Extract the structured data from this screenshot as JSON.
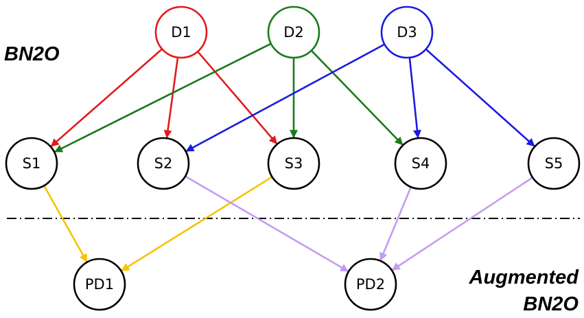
{
  "labels": {
    "top": "BN2O",
    "bottom_line1": "Augmented",
    "bottom_line2": "BN2O"
  },
  "colors": {
    "d1": "#e31a1c",
    "d2": "#1a7a1a",
    "d3": "#1a1ae0",
    "yellow": "#f5c400",
    "violet": "#c49cf0",
    "black": "#000000"
  },
  "nodes": [
    {
      "id": "D1",
      "label": "D1",
      "color": "d1"
    },
    {
      "id": "D2",
      "label": "D2",
      "color": "d2"
    },
    {
      "id": "D3",
      "label": "D3",
      "color": "d3"
    },
    {
      "id": "S1",
      "label": "S1",
      "color": "black"
    },
    {
      "id": "S2",
      "label": "S2",
      "color": "black"
    },
    {
      "id": "S3",
      "label": "S3",
      "color": "black"
    },
    {
      "id": "S4",
      "label": "S4",
      "color": "black"
    },
    {
      "id": "S5",
      "label": "S5",
      "color": "black"
    },
    {
      "id": "PD1",
      "label": "PD1",
      "color": "black"
    },
    {
      "id": "PD2",
      "label": "PD2",
      "color": "black"
    }
  ],
  "edges": [
    {
      "from": "D1",
      "to": "S1",
      "color": "d1"
    },
    {
      "from": "D1",
      "to": "S2",
      "color": "d1"
    },
    {
      "from": "D1",
      "to": "S3",
      "color": "d1"
    },
    {
      "from": "D2",
      "to": "S1",
      "color": "d2"
    },
    {
      "from": "D2",
      "to": "S3",
      "color": "d2"
    },
    {
      "from": "D2",
      "to": "S4",
      "color": "d2"
    },
    {
      "from": "D3",
      "to": "S2",
      "color": "d3"
    },
    {
      "from": "D3",
      "to": "S4",
      "color": "d3"
    },
    {
      "from": "D3",
      "to": "S5",
      "color": "d3"
    },
    {
      "from": "S1",
      "to": "PD1",
      "color": "yellow"
    },
    {
      "from": "S3",
      "to": "PD1",
      "color": "yellow"
    },
    {
      "from": "S2",
      "to": "PD2",
      "color": "violet"
    },
    {
      "from": "S4",
      "to": "PD2",
      "color": "violet"
    },
    {
      "from": "S5",
      "to": "PD2",
      "color": "violet"
    }
  ]
}
